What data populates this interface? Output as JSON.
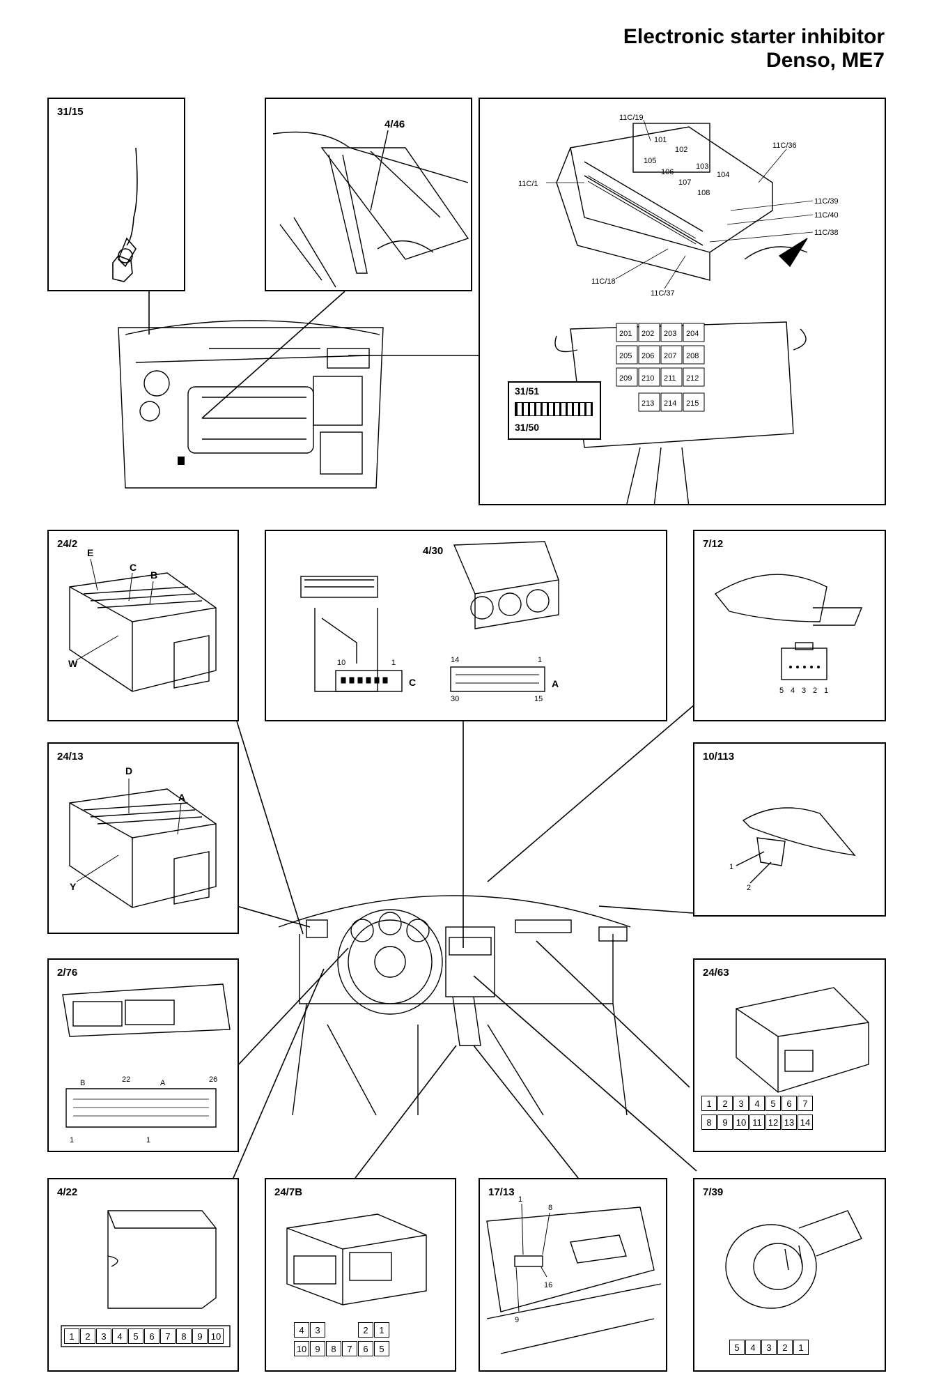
{
  "title": {
    "line1": "Electronic starter inhibitor",
    "line2": "Denso, ME7"
  },
  "panels": {
    "p31_15": {
      "label": "31/15"
    },
    "p4_46": {
      "label": "4/46"
    },
    "relay": {
      "callouts": [
        "11C/19",
        "11C/36",
        "11C/1",
        "11C/39",
        "11C/40",
        "11C/38",
        "11C/18",
        "11C/37"
      ],
      "fuses_upper": [
        "101",
        "102",
        "103",
        "104",
        "105",
        "106",
        "107",
        "108"
      ],
      "relays": [
        "201",
        "202",
        "203",
        "204",
        "205",
        "206",
        "207",
        "208",
        "209",
        "210",
        "211",
        "212",
        "213",
        "214",
        "215"
      ],
      "conn_top": "31/51",
      "conn_bottom": "31/50"
    },
    "p24_2": {
      "label": "24/2",
      "letters": [
        "E",
        "C",
        "B",
        "W"
      ]
    },
    "p4_30": {
      "label": "4/30",
      "c_pins": [
        "10",
        "1"
      ],
      "c_letter": "C",
      "a_pins": [
        "14",
        "1",
        "30",
        "15"
      ],
      "a_letter": "A"
    },
    "p7_12": {
      "label": "7/12",
      "pins": [
        "5",
        "4",
        "3",
        "2",
        "1"
      ]
    },
    "p24_13": {
      "label": "24/13",
      "letters": [
        "D",
        "A",
        "Y"
      ]
    },
    "p10_113": {
      "label": "10/113",
      "pins": [
        "1",
        "2"
      ]
    },
    "p2_76": {
      "label": "2/76",
      "marks": [
        "B",
        "22",
        "A",
        "26",
        "1",
        "1"
      ]
    },
    "p24_63": {
      "label": "24/63",
      "row1": [
        "1",
        "2",
        "3",
        "4",
        "5",
        "6",
        "7"
      ],
      "row2": [
        "8",
        "9",
        "10",
        "11",
        "12",
        "13",
        "14"
      ]
    },
    "p4_22": {
      "label": "4/22",
      "pins": [
        "1",
        "2",
        "3",
        "4",
        "5",
        "6",
        "7",
        "8",
        "9",
        "10"
      ]
    },
    "p24_7b": {
      "label": "24/7B",
      "row1": [
        "4",
        "3",
        "",
        "",
        "2",
        "1"
      ],
      "row2": [
        "10",
        "9",
        "8",
        "7",
        "6",
        "5"
      ]
    },
    "p17_13": {
      "label": "17/13",
      "marks": [
        "1",
        "8",
        "16",
        "9"
      ]
    },
    "p7_39": {
      "label": "7/39",
      "pins": [
        "5",
        "4",
        "3",
        "2",
        "1"
      ]
    }
  }
}
